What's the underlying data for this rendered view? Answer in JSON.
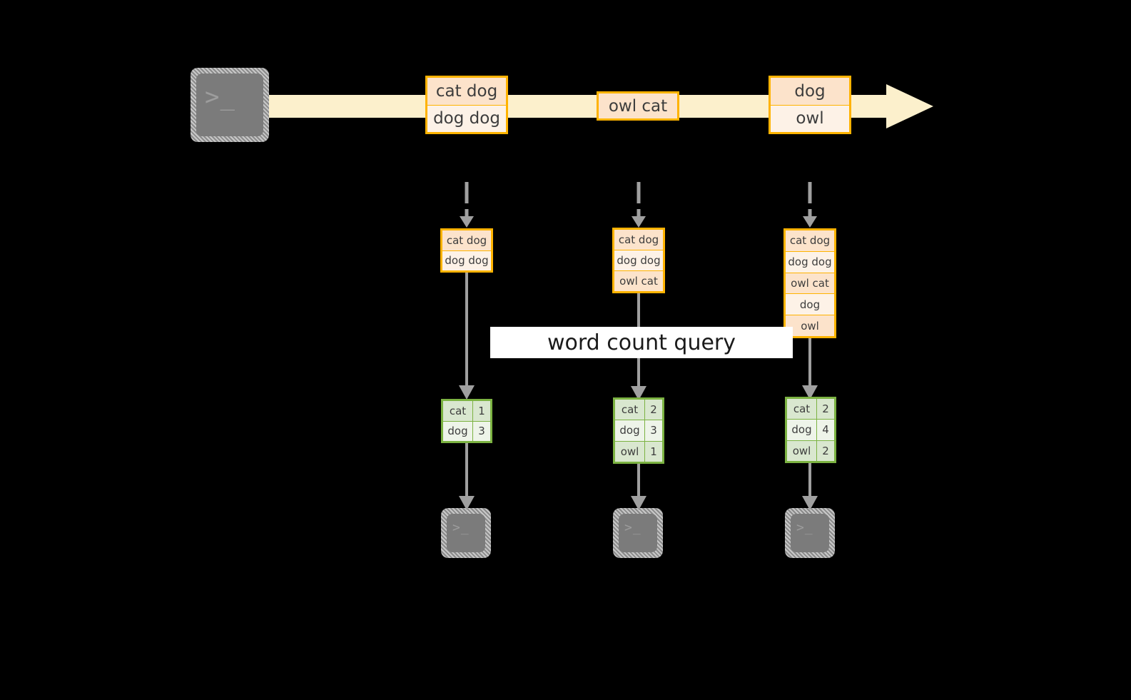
{
  "diagram": {
    "title_label": "word count query",
    "colors": {
      "record_border": "#ffb300",
      "record_fill_dark": "#fce3cb",
      "record_fill_light": "#fdf2e7",
      "result_border": "#7cb342",
      "result_fill_dark": "#d9e7cf",
      "result_fill_light": "#eef4e9",
      "timeline_arrow": "#fcf0cc",
      "connector": "#a0a0a0",
      "terminal_body": "#7b7b7b",
      "background": "#000000"
    },
    "terminal_glyph": ">_",
    "producer": {
      "name": "producer-terminal",
      "glyph": ">_"
    },
    "stream": {
      "name": "append-only-log",
      "batches": [
        {
          "lines": [
            "cat dog",
            "dog dog"
          ]
        },
        {
          "lines": [
            "owl cat"
          ]
        },
        {
          "lines": [
            "dog",
            "owl"
          ]
        }
      ]
    },
    "snapshots": [
      {
        "lines": [
          "cat dog",
          "dog dog"
        ]
      },
      {
        "lines": [
          "cat dog",
          "dog dog",
          "owl cat"
        ]
      },
      {
        "lines": [
          "cat dog",
          "dog dog",
          "owl cat",
          "dog",
          "owl"
        ]
      }
    ],
    "results": [
      {
        "rows": [
          {
            "word": "cat",
            "count": "1"
          },
          {
            "word": "dog",
            "count": "3"
          }
        ]
      },
      {
        "rows": [
          {
            "word": "cat",
            "count": "2"
          },
          {
            "word": "dog",
            "count": "3"
          },
          {
            "word": "owl",
            "count": "1"
          }
        ]
      },
      {
        "rows": [
          {
            "word": "cat",
            "count": "2"
          },
          {
            "word": "dog",
            "count": "4"
          },
          {
            "word": "owl",
            "count": "2"
          }
        ]
      }
    ],
    "consumers": [
      {
        "glyph": ">_"
      },
      {
        "glyph": ">_"
      },
      {
        "glyph": ">_"
      }
    ]
  }
}
